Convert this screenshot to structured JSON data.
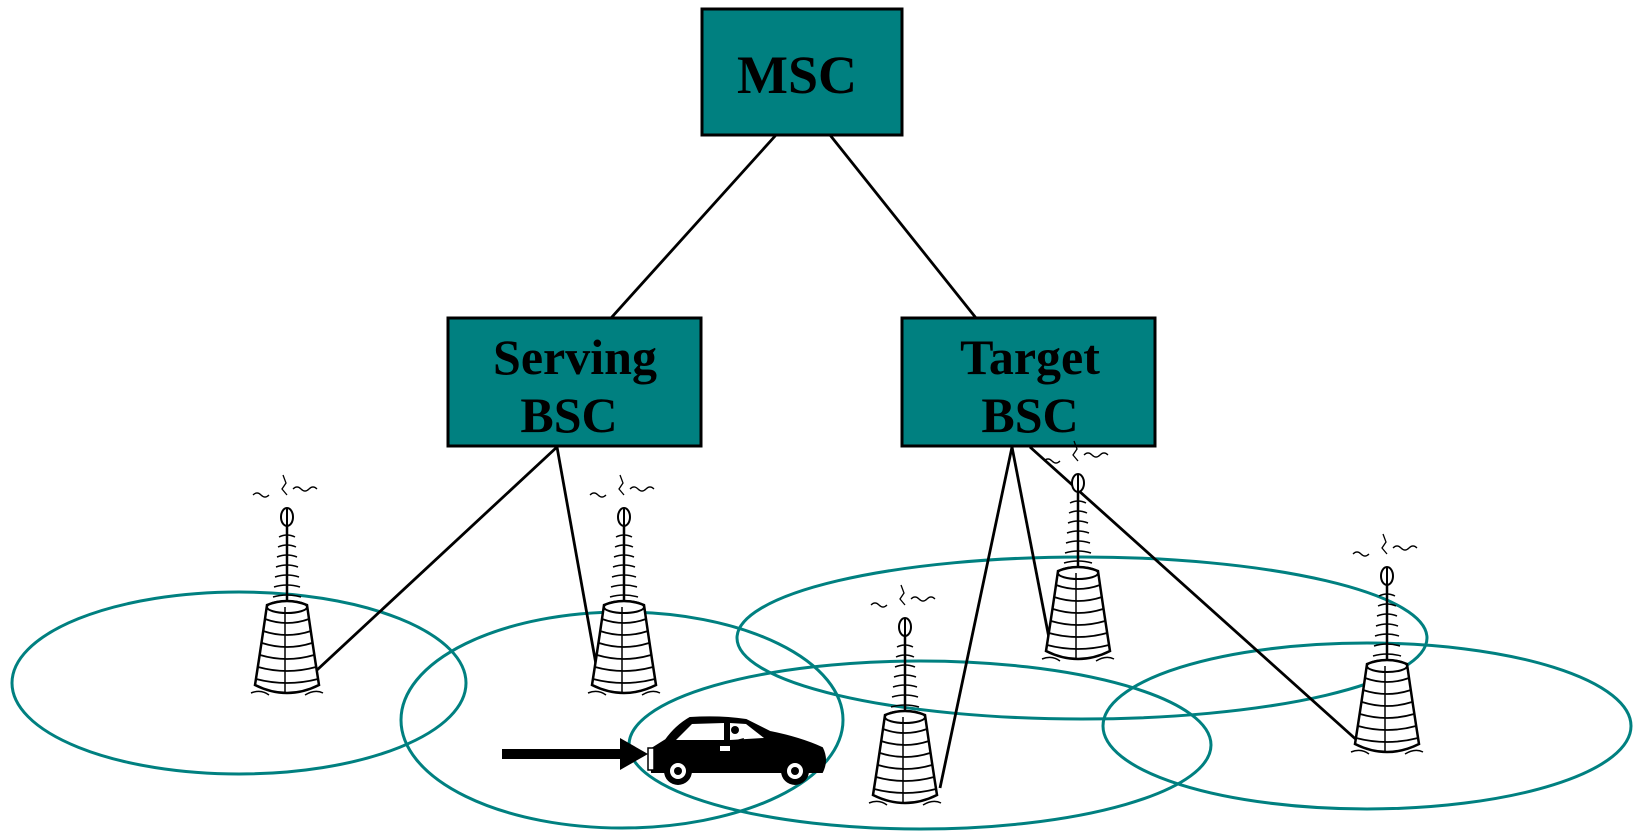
{
  "colors": {
    "box_fill": "#008080",
    "cell_stroke": "#008080",
    "line": "#000000"
  },
  "nodes": {
    "msc": {
      "label": "MSC"
    },
    "serving_bsc": {
      "line1": "Serving",
      "line2": "BSC"
    },
    "target_bsc": {
      "line1": "Target",
      "line2": "BSC"
    }
  },
  "icons": {
    "tower": "cell-tower-icon",
    "car": "car-icon",
    "arrow": "direction-arrow-icon"
  }
}
